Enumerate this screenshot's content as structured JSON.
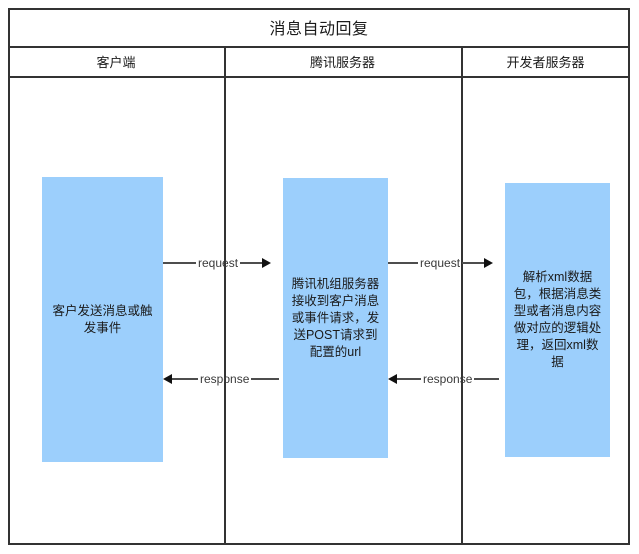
{
  "diagram": {
    "title": "消息自动回复",
    "lanes": [
      {
        "label": "客户端"
      },
      {
        "label": "腾讯服务器"
      },
      {
        "label": "开发者服务器"
      }
    ],
    "nodes": [
      {
        "id": "client",
        "text": "客户发送消息或触发事件",
        "lane": "客户端",
        "color": "#9CCFFC"
      },
      {
        "id": "tencent",
        "text": "腾讯机组服务器接收到客户消息或事件请求，发送POST请求到配置的url",
        "lane": "腾讯服务器",
        "color": "#9CCFFC"
      },
      {
        "id": "developer",
        "text": "解析xml数据包，根据消息类型或者消息内容做对应的逻辑处理，返回xml数据",
        "lane": "开发者服务器",
        "color": "#9CCFFC"
      }
    ],
    "connections": [
      {
        "id": "c1",
        "label": "request",
        "from": "client",
        "to": "tencent",
        "direction": "right"
      },
      {
        "id": "c2",
        "label": "request",
        "from": "tencent",
        "to": "developer",
        "direction": "right"
      },
      {
        "id": "c3",
        "label": "response",
        "from": "tencent",
        "to": "client",
        "direction": "left"
      },
      {
        "id": "c4",
        "label": "response",
        "from": "developer",
        "to": "tencent",
        "direction": "left"
      }
    ],
    "colors": {
      "node_fill": "#9CCFFC",
      "border": "#333333",
      "connector": "#4d4d4d",
      "text": "#1a1a1a",
      "background": "#ffffff"
    }
  }
}
